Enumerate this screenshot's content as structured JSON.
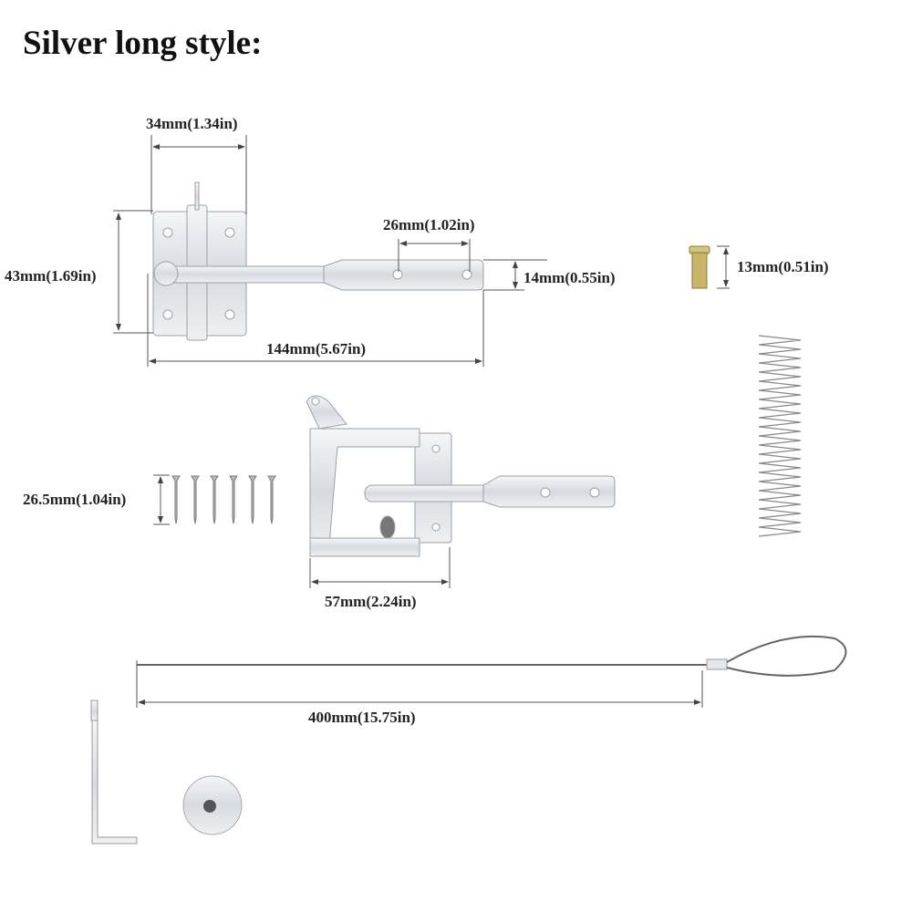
{
  "title": "Silver long style:",
  "dimensions": {
    "latch_width": "34mm(1.34in)",
    "latch_height": "43mm(1.69in)",
    "hole_spacing": "26mm(1.02in)",
    "bar_width": "14mm(0.55in)",
    "latch_length": "144mm(5.67in)",
    "pin_height": "13mm(0.51in)",
    "screw_length": "26.5mm(1.04in)",
    "catch_width": "57mm(2.24in)",
    "cable_length": "400mm(15.75in)"
  },
  "colors": {
    "metal": "#e4e7ea",
    "metal_dark": "#9aa0a6",
    "brass": "#c8b46a",
    "dim_line": "#555555"
  }
}
